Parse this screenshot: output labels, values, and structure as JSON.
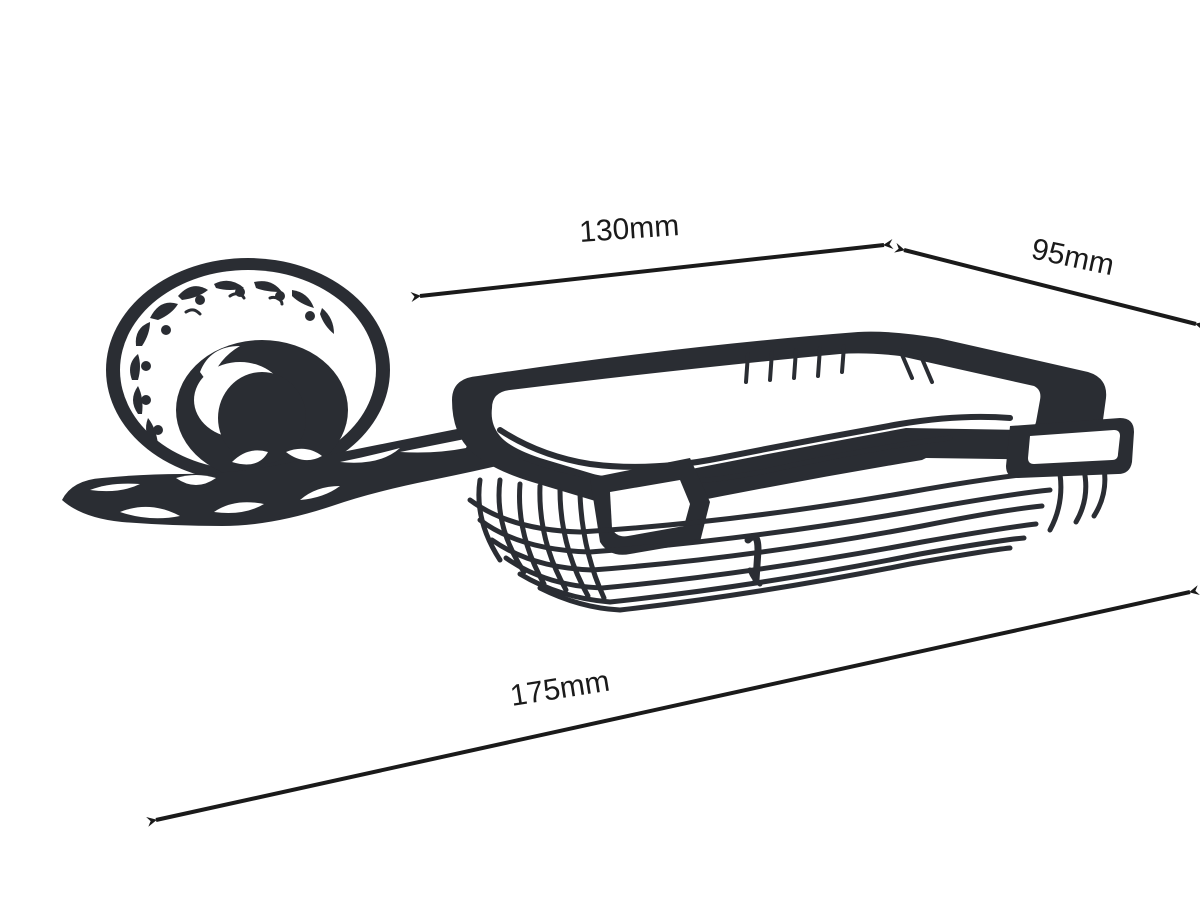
{
  "dimensions": {
    "depth": "130mm",
    "width": "95mm",
    "overall": "175mm"
  },
  "colors": {
    "ink": "#2a2d33",
    "background": "#ffffff"
  },
  "product": {
    "icon": "soap-dish-wire-basket-drawing"
  }
}
